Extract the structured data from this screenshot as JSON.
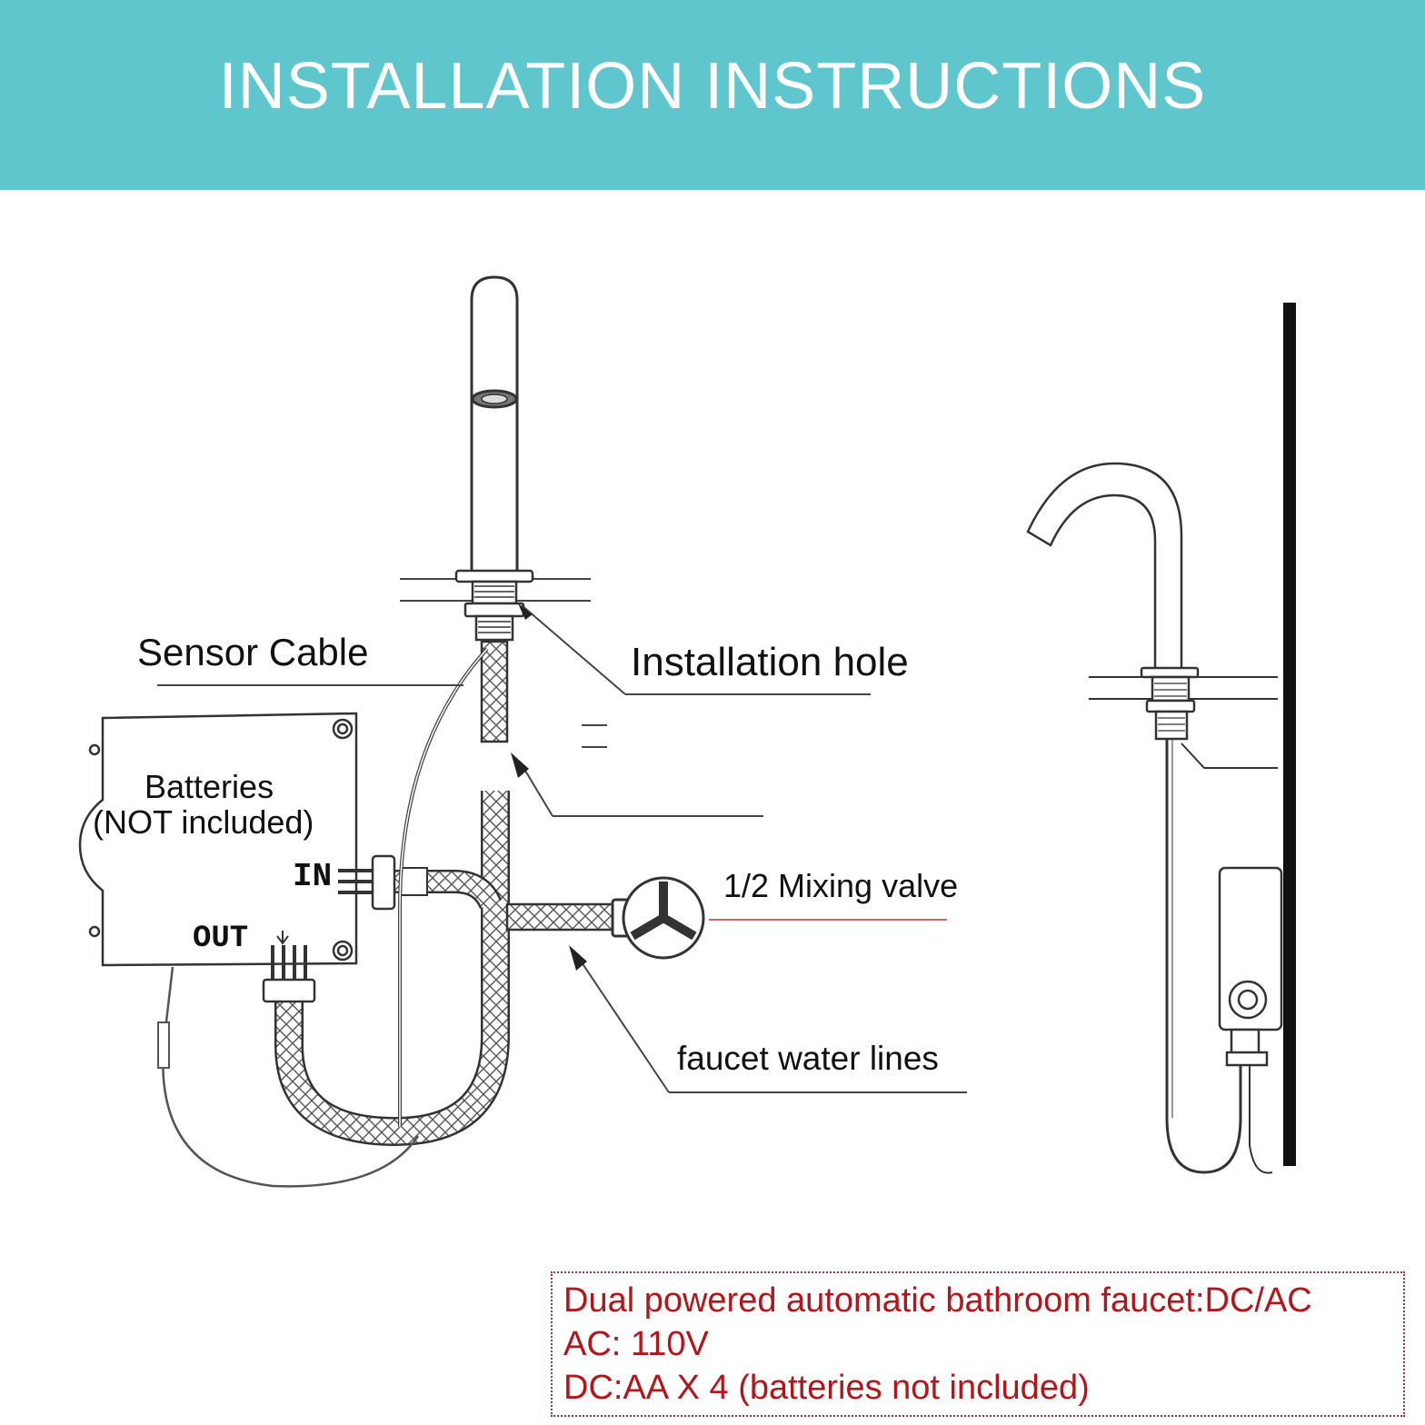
{
  "header": {
    "title": "INSTALLATION INSTRUCTIONS"
  },
  "colors": {
    "banner": "#5ec6cc",
    "note_text": "#b3151a",
    "note_border": "#9b3b3b",
    "line": "#333333"
  },
  "labels": {
    "sensor_cable": "Sensor Cable",
    "installation_hole": "Installation hole",
    "batteries_line1": "Batteries",
    "batteries_line2": "(NOT included)",
    "in_port": "IN",
    "out_port": "OUT",
    "mixing_valve": "1/2 Mixing valve",
    "water_lines": "faucet water lines"
  },
  "note": {
    "lines": [
      "Dual powered automatic bathroom faucet:DC/AC",
      "AC: 110V",
      "DC:AA X 4 (batteries not included)"
    ]
  }
}
